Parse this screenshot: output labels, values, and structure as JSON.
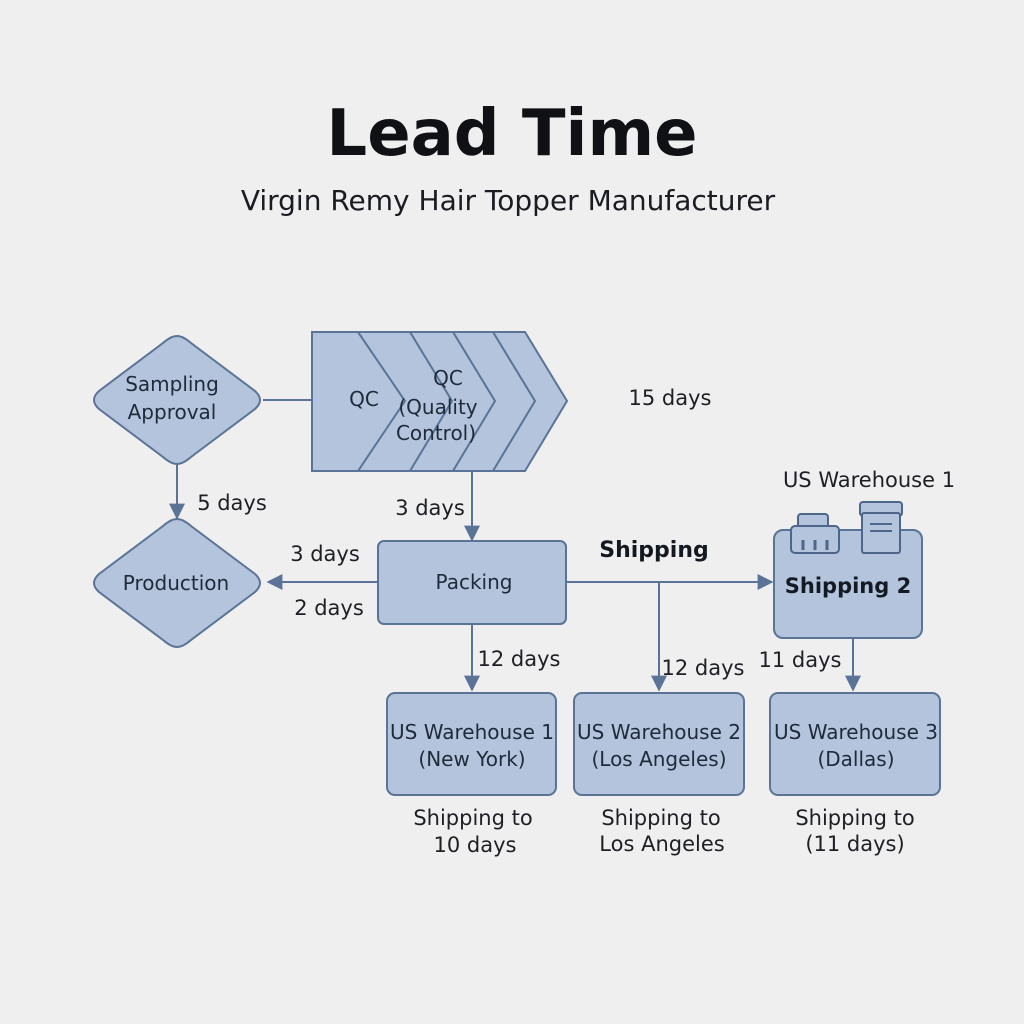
{
  "title": "Lead Time",
  "subtitle": "Virgin Remy Hair Topper Manufacturer",
  "colors": {
    "background": "#efeff0",
    "node_fill": "#b3c4dc",
    "node_stroke": "#5a7396",
    "text": "#1d1f24"
  },
  "nodes": {
    "sampling": {
      "line1": "Sampling",
      "line2": "Approval"
    },
    "qc_short": "QC",
    "qc_full": {
      "line1": "QC",
      "line2": "(Quality",
      "line3": "Control)"
    },
    "production": "Production",
    "packing": "Packing",
    "shipping2": "Shipping 2",
    "wh1": {
      "line1": "US Warehouse 1",
      "line2": "(New York)"
    },
    "wh2": {
      "line1": "US Warehouse 2",
      "line2": "(Los Angeles)"
    },
    "wh3": {
      "line1": "US Warehouse 3",
      "line2": "(Dallas)"
    }
  },
  "labels": {
    "qc_days": "15 days",
    "sampling_days": "5 days",
    "qc_packing_days": "3 days",
    "packing_prod_days_top": "3 days",
    "packing_prod_days_bottom": "2 days",
    "shipping": "Shipping",
    "us_warehouse_1": "US Warehouse 1",
    "wh1_days": "12 days",
    "wh2_days": "12 days",
    "wh3_days": "11 days"
  },
  "captions": {
    "wh1": {
      "line1": "Shipping to",
      "line2": "10 days"
    },
    "wh2": {
      "line1": "Shipping to",
      "line2": "Los Angeles"
    },
    "wh3": {
      "line1": "Shipping to",
      "line2": "(11 days)"
    }
  },
  "icons": [
    "cash-register-icon",
    "package-box-icon",
    "arrow-right-icon",
    "arrow-down-icon",
    "arrow-left-icon"
  ]
}
